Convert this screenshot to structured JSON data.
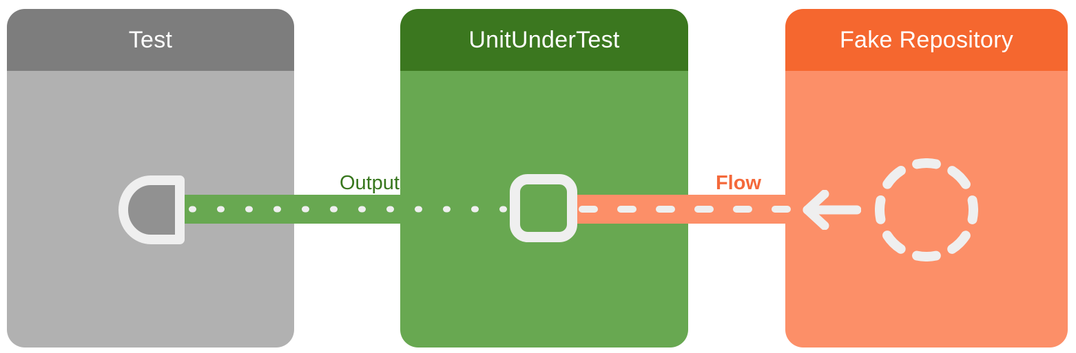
{
  "diagram": {
    "boxes": [
      {
        "id": "test",
        "title": "Test"
      },
      {
        "id": "unit-under-test",
        "title": "UnitUnderTest"
      },
      {
        "id": "fake-repository",
        "title": "Fake Repository"
      }
    ],
    "connections": [
      {
        "id": "output",
        "label": "Output",
        "style": "dotted",
        "from": "unit-under-test",
        "to": "test"
      },
      {
        "id": "flow",
        "label": "Flow",
        "style": "dashed-arrow",
        "from": "fake-repository",
        "to": "unit-under-test"
      }
    ],
    "icons": [
      {
        "name": "collector-icon",
        "box": "test"
      },
      {
        "name": "unit-square-icon",
        "box": "unit-under-test"
      },
      {
        "name": "arrow-left-icon",
        "box": "fake-repository"
      },
      {
        "name": "dashed-circle-icon",
        "box": "fake-repository"
      }
    ],
    "colors": {
      "gray_dark": "#7D7D7D",
      "gray": "#B1B1B1",
      "green_dark": "#3B771F",
      "green": "#68A851",
      "orange_dark": "#F5672F",
      "orange": "#FC8F68",
      "ice": "#EFEFEF",
      "collector_fill": "#919191",
      "green_text": "#37761D",
      "orange_text": "#F4693B",
      "title_text": "#FFFFFF"
    }
  }
}
